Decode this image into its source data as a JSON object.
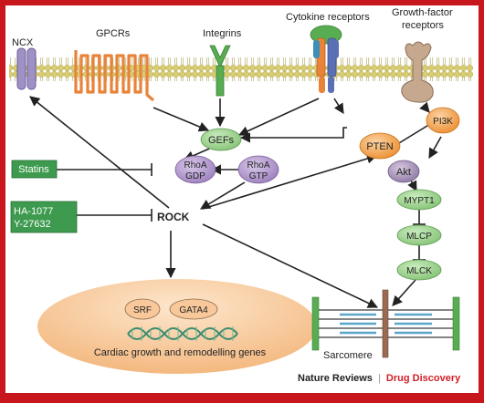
{
  "labels": {
    "ncx": "NCX",
    "gpcrs": "GPCRs",
    "integrins": "Integrins",
    "cytokine_receptors": "Cytokine receptors",
    "growth_factor_line1": "Growth-factor",
    "growth_factor_line2": "receptors",
    "gefs": "GEFs",
    "pi3k": "PI3K",
    "pten": "PTEN",
    "akt": "Akt",
    "mypt1": "MYPT1",
    "mlcp": "MLCP",
    "mlck": "MLCK",
    "statins": "Statins",
    "rhoa_gdp_1": "RhoA",
    "rhoa_gdp_2": "GDP",
    "rhoa_gtp_1": "RhoA",
    "rhoa_gtp_2": "GTP",
    "inhibitor_1": "HA-1077",
    "inhibitor_2": "Y-27632",
    "rock": "ROCK",
    "srf": "SRF",
    "gata4": "GATA4",
    "genes": "Cardiac growth and remodelling genes",
    "sarcomere": "Sarcomere"
  },
  "footer": {
    "publisher": "Nature Reviews",
    "separator": "|",
    "journal": "Drug Discovery"
  },
  "colors": {
    "border": "#c8161d",
    "membrane_head": "#d7cf7a",
    "gpcr": "#e8833a",
    "integrin": "#58ad52",
    "green_node": "#98d08b",
    "purple_node": "#b59ccd",
    "orange_node": "#f1a24e",
    "inhibitor_box": "#3d9a4e",
    "nucleus": "#f8c89b"
  }
}
